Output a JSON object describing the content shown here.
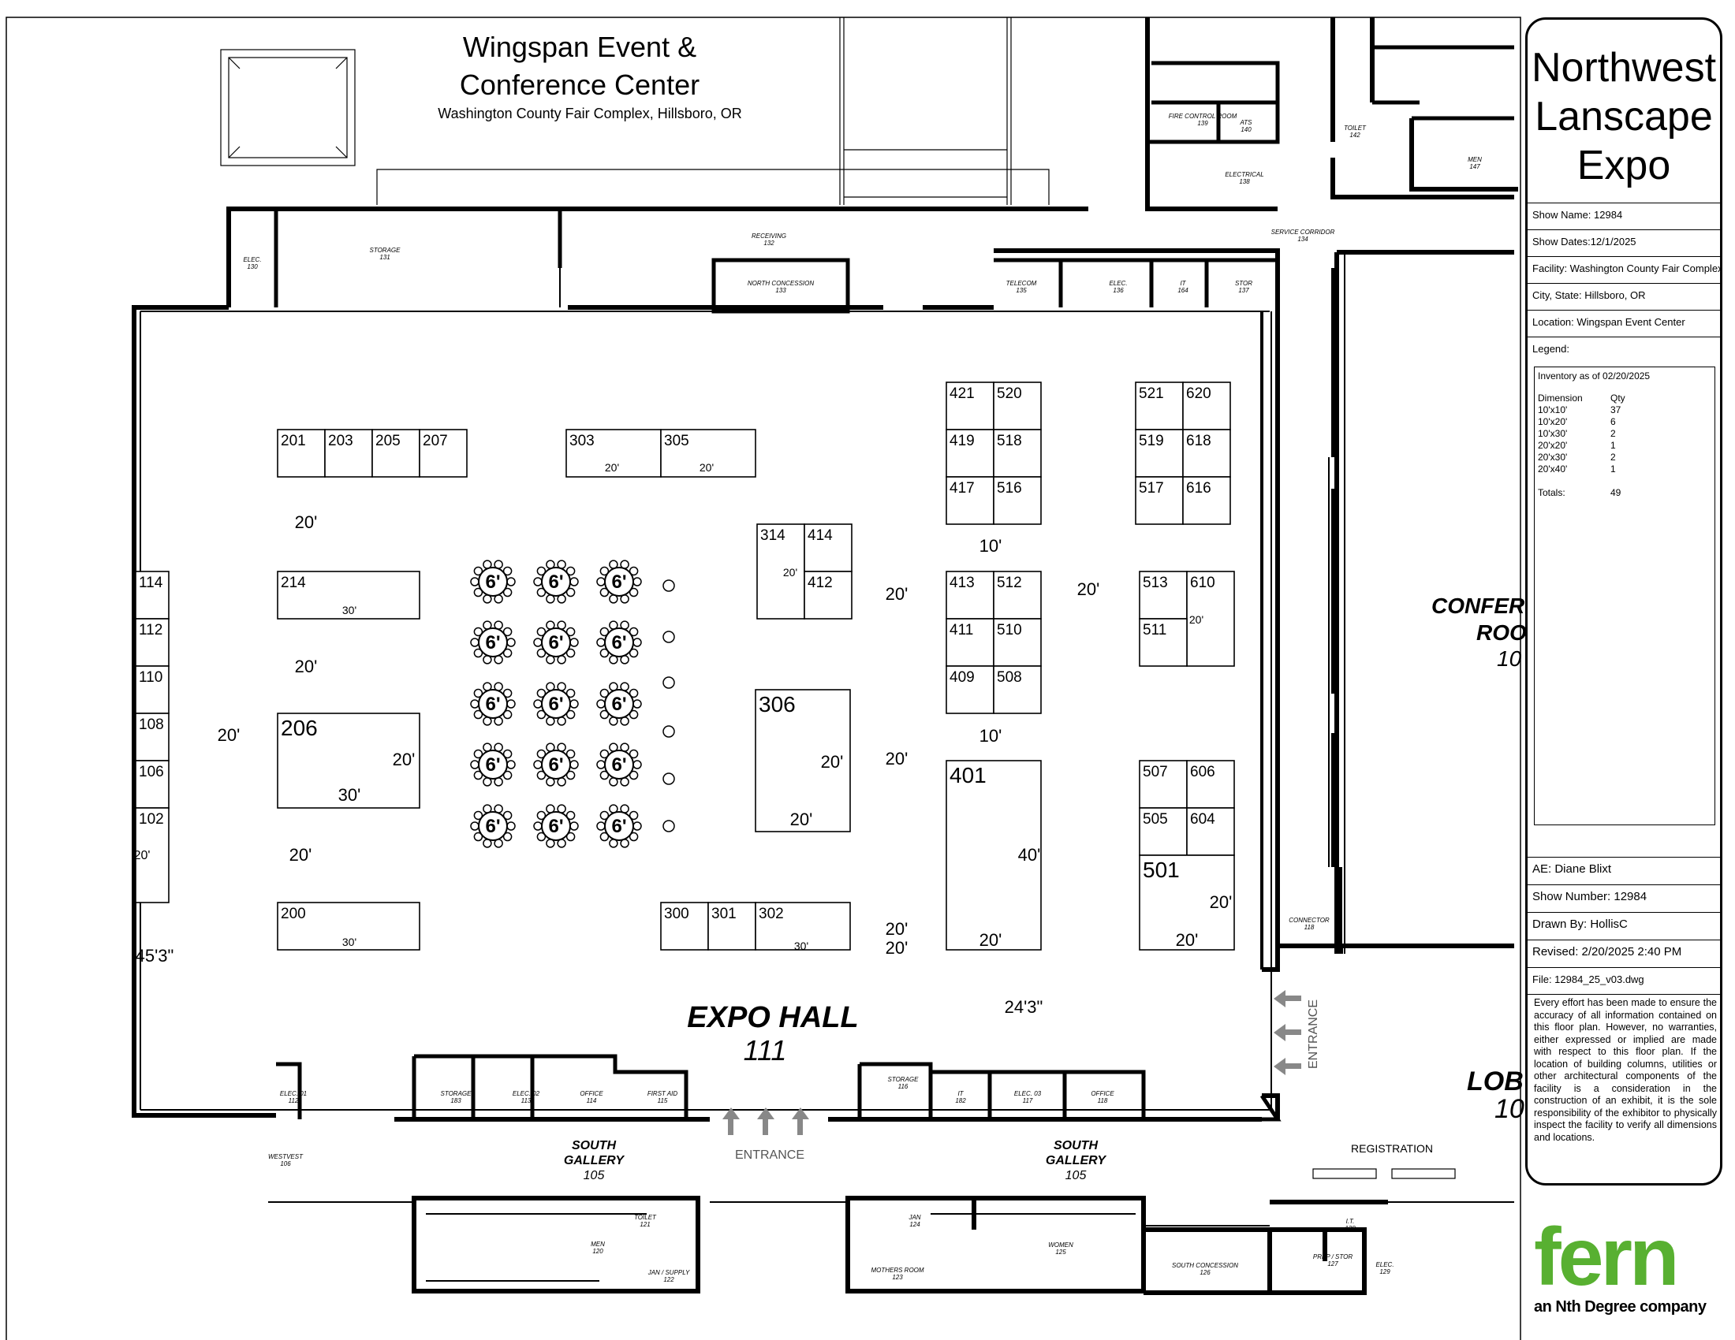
{
  "title": {
    "venue_line1": "Wingspan Event  &",
    "venue_line2": "Conference Center",
    "location": "Washington County Fair Complex, Hillsboro, OR"
  },
  "panel": {
    "show_title_lines": [
      "Northwest",
      "Lanscape",
      "Expo"
    ],
    "show_name": "Show Name: 12984",
    "show_dates": "Show Dates:12/1/2025",
    "facility": "Facility: Washington County Fair Complex",
    "city_state": "City, State: Hillsboro, OR",
    "location": "Location: Wingspan Event Center",
    "legend": "Legend:",
    "inventory_title": "Inventory as of 02/20/2025",
    "inventory_header": {
      "dimension": "Dimension",
      "qty": "Qty"
    },
    "inventory": [
      {
        "dimension": "10'x10'",
        "qty": "37"
      },
      {
        "dimension": "10'x20'",
        "qty": "6"
      },
      {
        "dimension": "10'x30'",
        "qty": "2"
      },
      {
        "dimension": "20'x20'",
        "qty": "1"
      },
      {
        "dimension": "20'x30'",
        "qty": "2"
      },
      {
        "dimension": "20'x40'",
        "qty": "1"
      }
    ],
    "totals_label": "Totals:",
    "totals_value": "49",
    "ae": "AE: Diane Blixt",
    "show_number": "Show Number: 12984",
    "drawn_by": "Drawn By: HollisC",
    "revised": "Revised: 2/20/2025 2:40 PM",
    "file": "File: 12984_25_v03.dwg",
    "disclaimer": "Every effort has been made to ensure the accuracy of all information contained on this floor plan. However, no warranties, either expressed or implied are made with respect to this floor plan. If the location of building columns, utilities or other architectural components of the facility is a consideration in the construction of an exhibit, it is the sole responsibility of the exhibitor to physically inspect the facility to verify all dimensions and locations."
  },
  "logo": {
    "word": "fern",
    "tagline": "an Nth Degree company"
  },
  "booths": [
    {
      "id": "201"
    },
    {
      "id": "203"
    },
    {
      "id": "205"
    },
    {
      "id": "207"
    },
    {
      "id": "303"
    },
    {
      "id": "305"
    },
    {
      "id": "421"
    },
    {
      "id": "520"
    },
    {
      "id": "419"
    },
    {
      "id": "518"
    },
    {
      "id": "417"
    },
    {
      "id": "516"
    },
    {
      "id": "521"
    },
    {
      "id": "620"
    },
    {
      "id": "519"
    },
    {
      "id": "618"
    },
    {
      "id": "517"
    },
    {
      "id": "616"
    },
    {
      "id": "314"
    },
    {
      "id": "414"
    },
    {
      "id": "412"
    },
    {
      "id": "214"
    },
    {
      "id": "413"
    },
    {
      "id": "512"
    },
    {
      "id": "411"
    },
    {
      "id": "510"
    },
    {
      "id": "409"
    },
    {
      "id": "508"
    },
    {
      "id": "513"
    },
    {
      "id": "610"
    },
    {
      "id": "511"
    },
    {
      "id": "114"
    },
    {
      "id": "112"
    },
    {
      "id": "110"
    },
    {
      "id": "108"
    },
    {
      "id": "106"
    },
    {
      "id": "102"
    },
    {
      "id": "206"
    },
    {
      "id": "306"
    },
    {
      "id": "401"
    },
    {
      "id": "507"
    },
    {
      "id": "606"
    },
    {
      "id": "505"
    },
    {
      "id": "604"
    },
    {
      "id": "501"
    },
    {
      "id": "200"
    },
    {
      "id": "300"
    },
    {
      "id": "301"
    },
    {
      "id": "302"
    }
  ],
  "dimension_labels": [
    "20'",
    "20'",
    "20'",
    "30'",
    "20'",
    "20'",
    "20'",
    "30'",
    "20'",
    "20'",
    "30'",
    "20'",
    "10'",
    "20'",
    "20'",
    "10'",
    "20'",
    "40'",
    "20'",
    "20'",
    "20'",
    "20'",
    "20'",
    "20'",
    "30'",
    "20'",
    "20'",
    "45'3\"",
    "24'3\"",
    "20'"
  ],
  "table_label": "6'",
  "hall": {
    "name": "EXPO HALL",
    "number": "111"
  },
  "entrances": {
    "south": "ENTRANCE",
    "east": "ENTRANCE"
  },
  "areas": {
    "south_gallery": [
      "SOUTH",
      "GALLERY",
      "105"
    ],
    "conference": [
      "CONFER",
      "ROO",
      "10"
    ],
    "lobby": [
      "LOB",
      "10"
    ],
    "registration": "REGISTRATION"
  },
  "rooms": [
    {
      "name": "ELEC.",
      "num": "130"
    },
    {
      "name": "STORAGE",
      "num": "131"
    },
    {
      "name": "RECEIVING",
      "num": "132"
    },
    {
      "name": "NORTH CONCESSION",
      "num": "133"
    },
    {
      "name": "TELECOM",
      "num": "135"
    },
    {
      "name": "ELEC.",
      "num": "136"
    },
    {
      "name": "IT",
      "num": "164"
    },
    {
      "name": "STOR",
      "num": "137"
    },
    {
      "name": "SERVICE CORRIDOR",
      "num": "134"
    },
    {
      "name": "FIRE CONTROL ROOM",
      "num": "139"
    },
    {
      "name": "ATS",
      "num": "140"
    },
    {
      "name": "ELECTRICAL",
      "num": "138"
    },
    {
      "name": "TOILET",
      "num": "142"
    },
    {
      "name": "MEN",
      "num": "147"
    },
    {
      "name": "CONNECTOR",
      "num": "118"
    },
    {
      "name": "ELEC. 01",
      "num": "112"
    },
    {
      "name": "STORAGE",
      "num": "183"
    },
    {
      "name": "ELEC. 02",
      "num": "113"
    },
    {
      "name": "OFFICE",
      "num": "114"
    },
    {
      "name": "FIRST AID",
      "num": "115"
    },
    {
      "name": "STORAGE",
      "num": "116"
    },
    {
      "name": "IT",
      "num": "182"
    },
    {
      "name": "ELEC. 03",
      "num": "117"
    },
    {
      "name": "OFFICE",
      "num": "118"
    },
    {
      "name": "WESTVEST",
      "num": "106"
    },
    {
      "name": "MEN",
      "num": "120"
    },
    {
      "name": "TOILET",
      "num": "121"
    },
    {
      "name": "JAN / SUPPLY",
      "num": "122"
    },
    {
      "name": "JAN",
      "num": "124"
    },
    {
      "name": "MOTHERS ROOM",
      "num": "123"
    },
    {
      "name": "WOMEN",
      "num": "125"
    },
    {
      "name": "SOUTH CONCESSION",
      "num": "126"
    },
    {
      "name": "PREP / STOR",
      "num": "127"
    },
    {
      "name": "I.T.",
      "num": "128"
    },
    {
      "name": "ELEC.",
      "num": "129"
    }
  ]
}
